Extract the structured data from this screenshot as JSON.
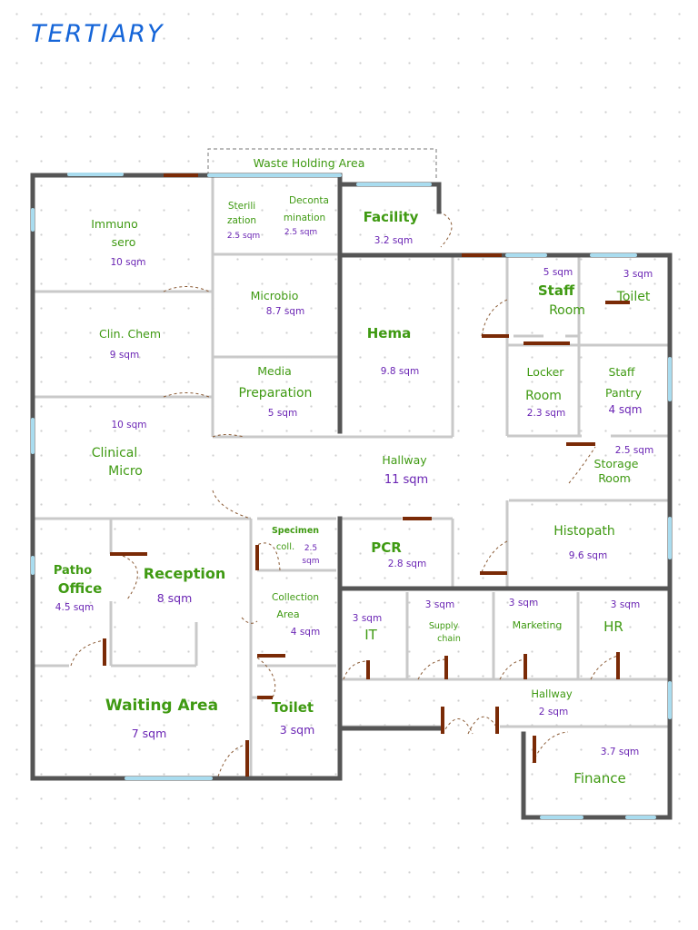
{
  "title": "TERTIARY",
  "rooms": {
    "waste": {
      "name": "Waste Holding Area"
    },
    "facility": {
      "name": "Facility",
      "area": "3.2 sqm"
    },
    "immuno": {
      "name1": "Immuno",
      "name2": "sero",
      "area": "10 sqm"
    },
    "sterilization": {
      "name1": "Sterili",
      "name2": "zation",
      "area": "2.5 sqm"
    },
    "decontamination": {
      "name1": "Deconta",
      "name2": "mination",
      "area": "2.5 sqm"
    },
    "microbio": {
      "name": "Microbio",
      "area": "8.7 sqm"
    },
    "clinchem": {
      "name": "Clin. Chem",
      "area": "9 sqm"
    },
    "media": {
      "name1": "Media",
      "name2": "Preparation",
      "area": "5 sqm"
    },
    "hema": {
      "name": "Hema",
      "area": "9.8 sqm"
    },
    "staffroom": {
      "name1": "Staff",
      "name2": "Room",
      "area": "5 sqm"
    },
    "toilet_top": {
      "name": "Toilet",
      "area": "3 sqm"
    },
    "locker": {
      "name1": "Locker",
      "name2": "Room",
      "area": "2.3 sqm"
    },
    "pantry": {
      "name1": "Staff",
      "name2": "Pantry",
      "area": "4 sqm"
    },
    "clinicalmicro": {
      "area": "10 sqm",
      "name1": "Clinical",
      "name2": "Micro"
    },
    "hallway_main": {
      "name": "Hallway",
      "area": "11 sqm"
    },
    "storage": {
      "area": "2.5 sqm",
      "name1": "Storage",
      "name2": "Room"
    },
    "histopath": {
      "name": "Histopath",
      "area": "9.6 sqm"
    },
    "patho": {
      "name1": "Patho",
      "name2": "Office",
      "area": "4.5 sqm"
    },
    "reception": {
      "name": "Reception",
      "area": "8 sqm"
    },
    "specimen": {
      "name1": "Specimen",
      "name2": "coll.",
      "area1": "2.5",
      "area2": "sqm"
    },
    "pcr": {
      "name": "PCR",
      "area": "2.8 sqm"
    },
    "collection": {
      "name1": "Collection",
      "name2": "Area",
      "area": "4 sqm"
    },
    "it": {
      "area": "3 sqm",
      "name": "IT"
    },
    "supply": {
      "area": "3 sqm",
      "name1": "Supply",
      "name2": "chain"
    },
    "marketing": {
      "area": "3 sqm",
      "name": "Marketing"
    },
    "hr": {
      "area": "3 sqm",
      "name": "HR"
    },
    "waiting": {
      "name": "Waiting Area",
      "area": "7 sqm"
    },
    "toilet_bottom": {
      "name": "Toilet",
      "area": "3 sqm"
    },
    "hallway_small": {
      "name": "Hallway",
      "area": "2 sqm"
    },
    "finance": {
      "area": "3.7 sqm",
      "name": "Finance"
    }
  },
  "colors": {
    "title": "#1565d8",
    "room_name": "#3f9a12",
    "area": "#6a24b4",
    "wall": "#555555",
    "door": "#7a2a06",
    "window": "#a9dcef"
  }
}
